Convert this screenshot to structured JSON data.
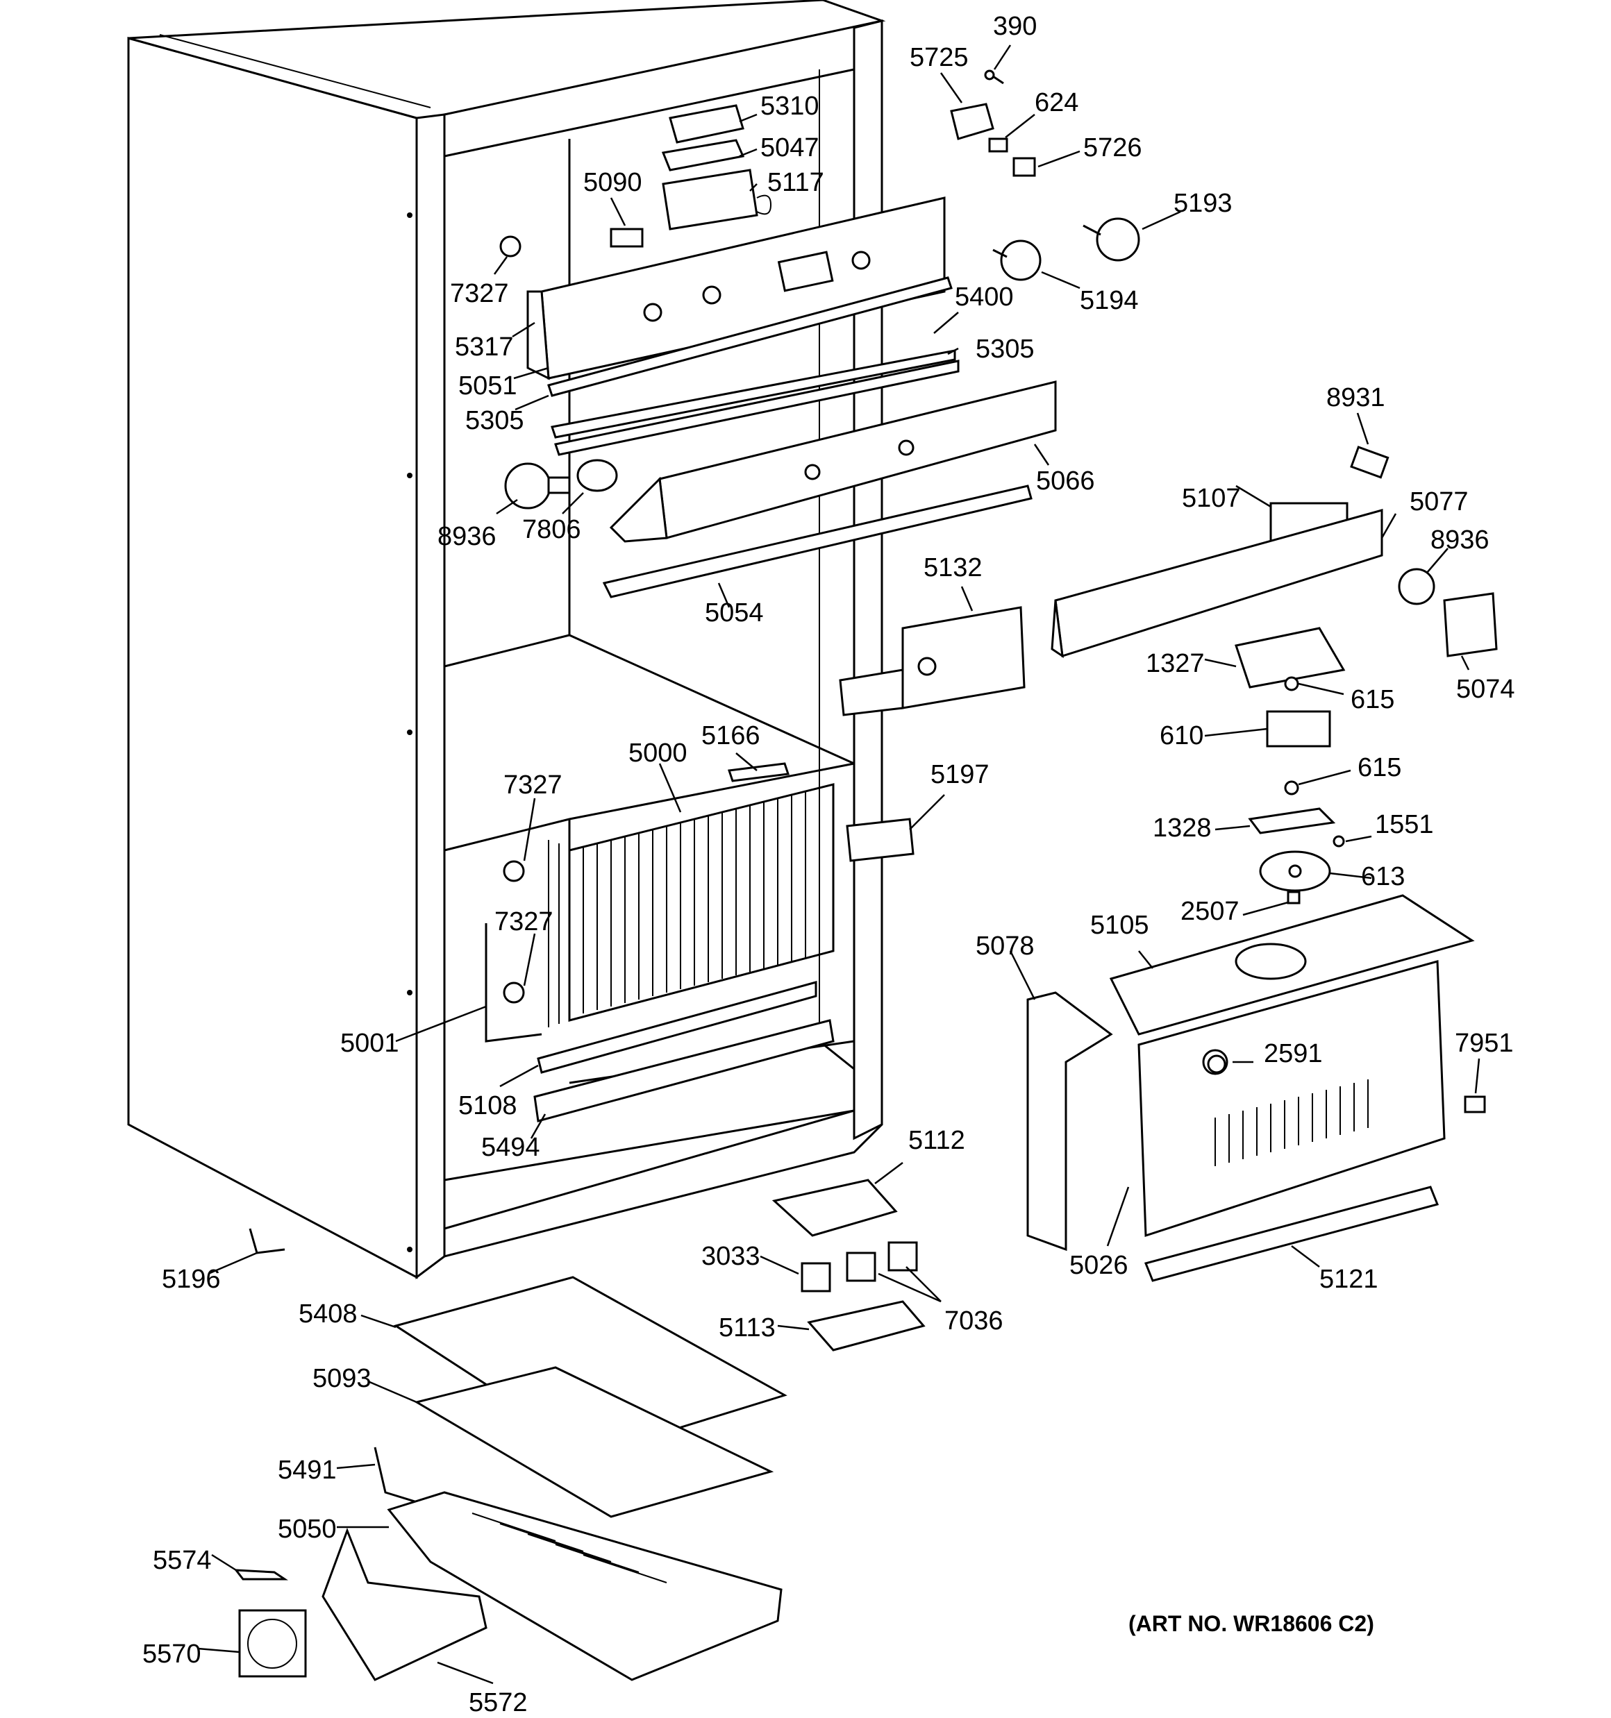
{
  "diagram": {
    "art_number": "(ART NO. WR18606 C2)",
    "part_numbers": {
      "p390": "390",
      "p5725": "5725",
      "p624": "624",
      "p5726": "5726",
      "p5310": "5310",
      "p5047": "5047",
      "p5117": "5117",
      "p5090": "5090",
      "p5193": "5193",
      "p5194": "5194",
      "p7327a": "7327",
      "p5317": "5317",
      "p5400": "5400",
      "p5305a": "5305",
      "p5051": "5051",
      "p5305b": "5305",
      "p8931": "8931",
      "p5066": "5066",
      "p8936a": "8936",
      "p7806": "7806",
      "p5107": "5107",
      "p5077": "5077",
      "p8936b": "8936",
      "p5054": "5054",
      "p5132": "5132",
      "p1327": "1327",
      "p615a": "615",
      "p5074": "5074",
      "p610": "610",
      "p615b": "615",
      "p5166": "5166",
      "p5000": "5000",
      "p5197": "5197",
      "p7327b": "7327",
      "p1328": "1328",
      "p1551": "1551",
      "p613": "613",
      "p2507": "2507",
      "p7327c": "7327",
      "p5105": "5105",
      "p5078": "5078",
      "p5001": "5001",
      "p2591": "2591",
      "p7951": "7951",
      "p5108": "5108",
      "p5494": "5494",
      "p5112": "5112",
      "p5026": "5026",
      "p5196": "5196",
      "p3033": "3033",
      "p5121": "5121",
      "p5408": "5408",
      "p7036": "7036",
      "p5113": "5113",
      "p5093": "5093",
      "p5491": "5491",
      "p5050": "5050",
      "p5574": "5574",
      "p5570": "5570",
      "p5572": "5572"
    }
  }
}
